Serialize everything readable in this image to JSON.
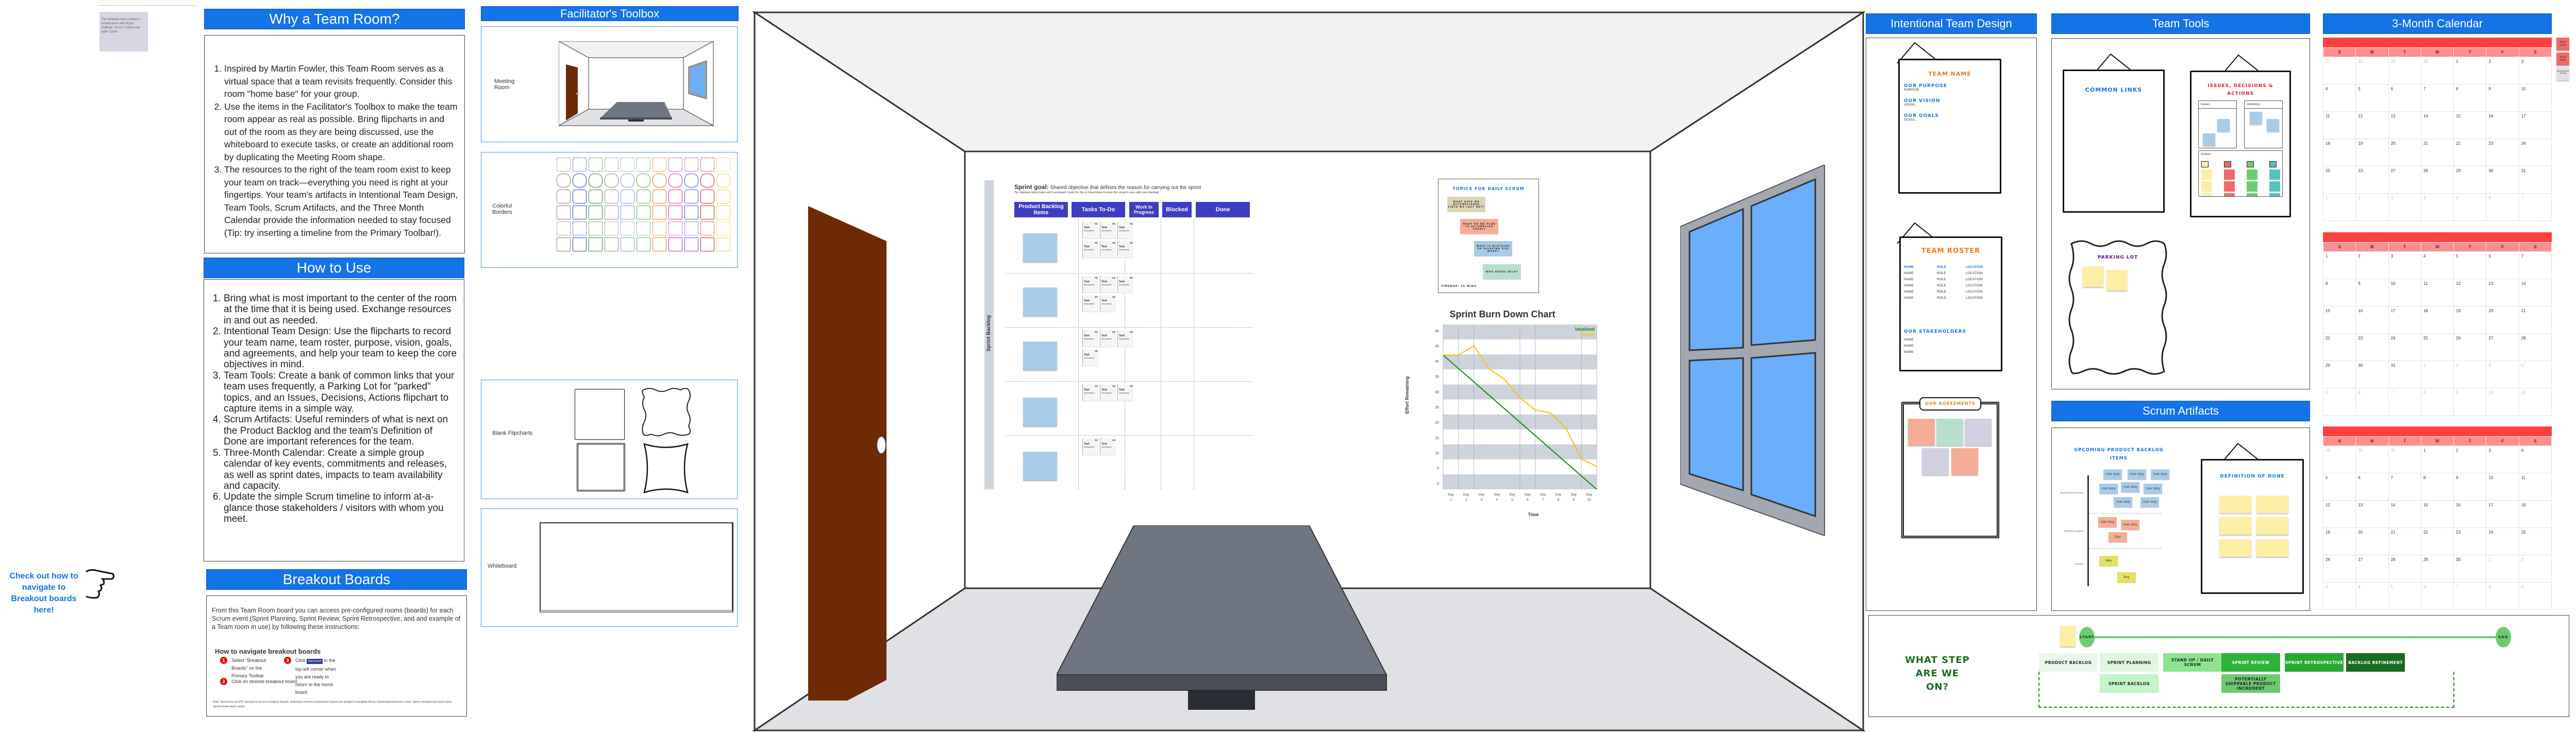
{
  "credit_note": "This template was created in collaboration with Bryan Stallings, Scrum Trainer and Agile Coach.",
  "why_team_room": {
    "title": "Why a Team Room?",
    "items": [
      "Inspired by Martin Fowler, this Team Room serves as a virtual space that a team revisits frequently. Consider this room  \"home base\" for your group.",
      "Use the items in the Facilitator's Toolbox to make the team room appear as real as possible. Bring flipcharts in and out of the room as they are being discussed, use the whiteboard to execute tasks, or create an additional room by duplicating the Meeting Room shape.",
      "The resources to the right of the team room exist to keep your team on track—everything you need is right at your fingertips. Your team's artifacts in Intentional Team Design, Team Tools, Scrum Artifacts, and the Three Month Calendar provide the information needed to stay focused (Tip: try inserting a timeline from the Primary Toolbar!)."
    ]
  },
  "how_to_use": {
    "title": "How to Use",
    "items": [
      "Bring what is most important to the center of the room at the time that it is being used. Exchange resources in and out as needed.",
      "Intentional Team Design: Use the flipcharts to record your team name, team roster, purpose, vision, goals, and agreements, and help your team to keep the core objectives in mind.",
      "Team Tools: Create a bank of common links that your team uses frequently, a Parking Lot for \"parked\" topics, and an Issues, Decisions, Actions flipchart to capture items in a simple way.",
      "Scrum Artifacts: Useful reminders of what is next on the Product Backlog and the team's Definition of Done are important references for the team.",
      "Three-Month Calendar: Create a simple group calendar of key events, commitments and releases, as well as sprint dates, impacts to team availability and capacity.",
      "Update the simple Scrum timeline to inform at-a-glance those stakeholders / visitors with whom you meet."
    ]
  },
  "breakout": {
    "callout": "Check out how to navigate to Breakout boards here!",
    "title": "Breakout Boards",
    "intro": "From this Team Room board you can access pre-configured rooms (boards) for each Scrum event (Sprint Planning, Sprint Review, Sprint Retrospective, and and example of a Team room in use) by following these instructions:",
    "nav_heading": "How to navigate breakout boards",
    "steps": [
      {
        "num": "1",
        "text": "Select \"Breakout Boards\" on the Primary Toolbar"
      },
      {
        "num": "2",
        "text": "Click on desired breakout board"
      },
      {
        "num": "3",
        "text_before": "Click",
        "button": "Main board",
        "text_after": "in the top left corner when you are ready to return to the home board"
      }
    ],
    "note": "Note: Must have an ENT account to access breakout boards. Individual versions of breakout boards are located in template library (Sprint planning team room, Sprint retrospective team room, Sprint review team room)."
  },
  "toolbox": {
    "title": "Facilitator's Toolbox",
    "items": [
      {
        "label": "Meeting Room"
      },
      {
        "label": "Colorful Borders"
      },
      {
        "label": "Blank Flipcharts"
      },
      {
        "label": "Whiteboard"
      }
    ],
    "border_colors": [
      "#8a7a6a",
      "#1f4fa8",
      "#2a8a2a",
      "#8a8a8a",
      "#6fa0e0",
      "#5aaa5a",
      "#e87020",
      "#c030b0",
      "#5050d8",
      "#d02020",
      "#e8d040"
    ]
  },
  "sprint_board": {
    "side_label": "Sprint Backlog",
    "goal_label": "Sprint goal:",
    "goal_text": "Shared objective that defines the reason for carrying out the sprint",
    "tip": "Tip: Replace sticky notes with Lucidspark Cards for Jira or Smartsheet to keep this visual in sync with your backlog!",
    "columns": [
      "Product Backlog Items",
      "Tasks To-Do",
      "Work In Progress",
      "Blocked",
      "Done"
    ],
    "task_title": "Task",
    "task_desc": "Description",
    "rows_task_counts": [
      6,
      5,
      4,
      3,
      2
    ]
  },
  "daily_scrum": {
    "title": "TOPICS FOR DAILY SCRUM",
    "topics": [
      {
        "text": "WHAT HAVE WE ACCOMPLISHED SINCE WE LAST MET?",
        "color": "#ddd5b5"
      },
      {
        "text": "WHAT DO WE PLAN TO ACCOMPLISH TODAY?",
        "color": "#f6ad96"
      },
      {
        "text": "WHAT IS BLOCKING OR DELAYING OUR WORK?",
        "color": "#a8cbe8"
      },
      {
        "text": "WHO NEEDS HELP?",
        "color": "#b8dfcd"
      }
    ],
    "timebox": "TIMEBOX: 15 MINS."
  },
  "chart_data": {
    "type": "line",
    "title": "Sprint Burn Down Chart",
    "xlabel": "Time",
    "ylabel": "Effort Remaining",
    "categories": [
      "Day 1",
      "Day 2",
      "Day 3",
      "Day 4",
      "Day 5",
      "Day 6",
      "Day 7",
      "Day 8",
      "Day 9",
      "Day 10"
    ],
    "yticks": [
      0,
      5,
      10,
      15,
      20,
      25,
      30,
      35,
      40,
      45,
      50
    ],
    "ylim": [
      -2,
      52
    ],
    "grid": true,
    "legend_position": "top-right",
    "series": [
      {
        "name": "Idealized",
        "color": "#128a12",
        "x": [
          0,
          10
        ],
        "values": [
          42,
          -2
        ]
      },
      {
        "name": "Actual",
        "color": "#f5c400",
        "x": [
          0,
          1,
          2,
          3,
          4,
          5,
          6,
          7,
          8,
          9,
          10
        ],
        "values": [
          42,
          42,
          45,
          37.5,
          34,
          28,
          24,
          23,
          18,
          8,
          5.5
        ]
      }
    ]
  },
  "intentional_team_design": {
    "title": "Intentional Team Design",
    "team_name": "TEAM NAME",
    "sections": [
      {
        "heading": "OUR PURPOSE",
        "value": "PURPOSE..."
      },
      {
        "heading": "OUR VISION",
        "value": "VISION..."
      },
      {
        "heading": "OUR GOALS",
        "value": "GOALS..."
      }
    ],
    "roster_title": "TEAM ROSTER",
    "roster_headers": [
      "NAME",
      "ROLE",
      "LOCATION"
    ],
    "roster_rows": [
      [
        "NAME",
        "ROLE",
        "LOCATION"
      ],
      [
        "NAME",
        "ROLE",
        "LOCATION"
      ],
      [
        "NAME",
        "ROLE",
        "LOCATION"
      ],
      [
        "NAME",
        "ROLE",
        "LOCATION"
      ],
      [
        "NAME",
        "ROLE",
        "LOCATION"
      ]
    ],
    "stakeholders_title": "OUR STAKEHOLDERS",
    "stakeholders": [
      "NAME",
      "NAME",
      "NAME"
    ],
    "agreements_title": "OUR AGREEMENTS"
  },
  "team_tools": {
    "title": "Team Tools",
    "common_links": "COMMON LINKS",
    "ida_title": "ISSUES, DECISIONS & ACTIONS",
    "issues": "Issues",
    "decisions": "Decisions",
    "actions": "Actions",
    "parking_lot": "PARKING LOT"
  },
  "scrum_artifacts": {
    "title": "Scrum Artifacts",
    "backlog_title": "UPCOMING PRODUCT BACKLOG ITEMS",
    "levels": [
      "Recently refined by the team",
      "Refinement in progress",
      "New items"
    ],
    "refined": [
      "User story",
      "User story",
      "User story",
      "User story",
      "User story",
      "User story",
      "User story",
      "User story"
    ],
    "in_progress": [
      "User story",
      "User story",
      "Epic"
    ],
    "new_items": [
      "Idea",
      "Bug"
    ],
    "dod_title": "DEFINITION OF DONE"
  },
  "calendar": {
    "title": "3-Month Calendar",
    "weekdays": [
      "S",
      "M",
      "T",
      "W",
      "T",
      "F",
      "S"
    ],
    "legend": [
      "Sprint starts",
      "Sprint ends",
      "Sprint planning meeting"
    ],
    "months": [
      {
        "days": [
          "27",
          "28",
          "29",
          "30",
          "1",
          "2",
          "3",
          "4",
          "5",
          "6",
          "7",
          "8",
          "9",
          "10",
          "11",
          "12",
          "13",
          "14",
          "15",
          "16",
          "17",
          "18",
          "19",
          "20",
          "21",
          "22",
          "23",
          "24",
          "25",
          "23",
          "27",
          "28",
          "29",
          "30",
          "31",
          "1",
          "2",
          "3",
          "4",
          "5",
          "6",
          "7"
        ],
        "dim_before": 4,
        "dim_after_index": 35
      },
      {
        "days": [
          "1",
          "2",
          "3",
          "4",
          "5",
          "6",
          "7",
          "8",
          "9",
          "10",
          "11",
          "12",
          "13",
          "14",
          "15",
          "16",
          "17",
          "18",
          "19",
          "20",
          "21",
          "22",
          "23",
          "24",
          "25",
          "26",
          "27",
          "28",
          "29",
          "30",
          "31",
          "1",
          "2",
          "3",
          "4",
          "5",
          "6",
          "7",
          "8",
          "9",
          "10",
          "11"
        ],
        "dim_before": 0,
        "dim_after_index": 31
      },
      {
        "days": [
          "29",
          "30",
          "31",
          "1",
          "2",
          "3",
          "4",
          "5",
          "6",
          "7",
          "8",
          "9",
          "10",
          "11",
          "12",
          "13",
          "14",
          "15",
          "16",
          "17",
          "18",
          "19",
          "20",
          "21",
          "22",
          "23",
          "24",
          "25",
          "26",
          "27",
          "28",
          "29",
          "30",
          "1",
          "2",
          "3",
          "4",
          "5",
          "6",
          "7",
          "8",
          "9"
        ],
        "dim_before": 3,
        "dim_after_index": 33
      }
    ]
  },
  "timeline": {
    "question": "WHAT STEP ARE WE ON?",
    "start": "START",
    "end": "END",
    "steps": [
      {
        "label": "PRODUCT BACKLOG",
        "color": "#ebf7eb"
      },
      {
        "label": "SPRINT PLANNING",
        "color": "#dff7df"
      },
      {
        "label": "STAND UP / DAILY SCRUM",
        "color": "#8ee48e"
      },
      {
        "label": "SPRINT REVIEW",
        "color": "#2db23a",
        "fg": "#fff"
      },
      {
        "label": "SPRINT RETROSPECTIVE",
        "color": "#28a832",
        "fg": "#fff"
      },
      {
        "label": "BACKLOG REFINEMENT",
        "color": "#196b1e",
        "fg": "#fff"
      }
    ],
    "sub_steps": [
      {
        "label": "SPRINT BACKLOG",
        "color": "#c2f5c8"
      },
      {
        "label": "POTENTIALLY SHIPPABLE PRODUCT INCREMENT",
        "color": "#6ccb70"
      }
    ]
  }
}
